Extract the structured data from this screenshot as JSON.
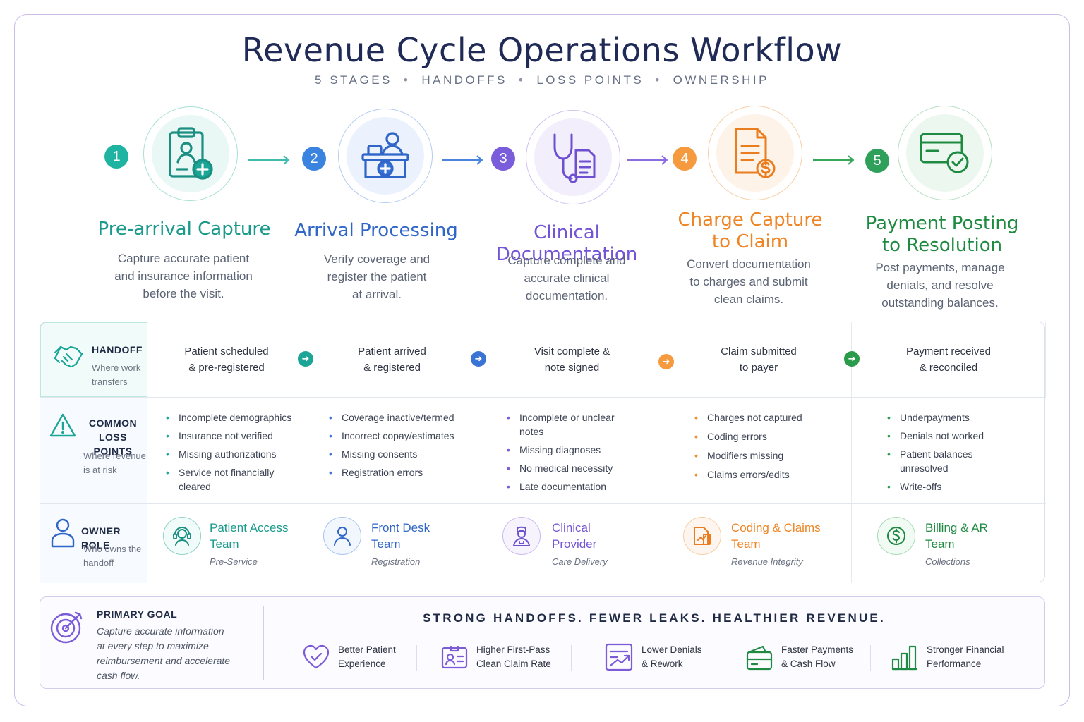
{
  "title": "Revenue Cycle Operations Workflow",
  "subtitle": [
    "5 STAGES",
    "HANDOFFS",
    "LOSS POINTS",
    "OWNERSHIP"
  ],
  "colors": {
    "teal": "#1aa596",
    "blue": "#3a73d6",
    "purple": "#7b5bd6",
    "orange": "#f08a2c",
    "green": "#2a9a4b"
  },
  "stages": [
    {
      "num": "1",
      "title_lines": [
        "Pre-arrival Capture"
      ],
      "desc_lines": [
        "Capture accurate patient",
        "and insurance information",
        "before the visit."
      ],
      "icon": "clipboard-patient-icon"
    },
    {
      "num": "2",
      "title_lines": [
        "Arrival Processing"
      ],
      "desc_lines": [
        "Verify coverage and",
        "register the patient",
        "at arrival."
      ],
      "icon": "front-desk-icon"
    },
    {
      "num": "3",
      "title_lines": [
        "Clinical Documentation"
      ],
      "desc_lines": [
        "Capture complete and",
        "accurate clinical",
        "documentation."
      ],
      "icon": "stethoscope-document-icon"
    },
    {
      "num": "4",
      "title_lines": [
        "Charge Capture",
        "to Claim"
      ],
      "desc_lines": [
        "Convert documentation",
        "to charges and submit",
        "clean claims."
      ],
      "icon": "invoice-dollar-icon"
    },
    {
      "num": "5",
      "title_lines": [
        "Payment Posting",
        "to Resolution"
      ],
      "desc_lines": [
        "Post payments, manage",
        "denials, and resolve",
        "outstanding balances."
      ],
      "icon": "card-check-icon"
    }
  ],
  "rows": {
    "handoff": {
      "title": "HANDOFF",
      "sub_lines": [
        "Where work",
        "transfers"
      ],
      "cells": [
        [
          "Patient scheduled",
          "& pre-registered"
        ],
        [
          "Patient arrived",
          "& registered"
        ],
        [
          "Visit complete &",
          "note signed"
        ],
        [
          "Claim submitted",
          "to payer"
        ],
        [
          "Payment received",
          "& reconciled"
        ]
      ]
    },
    "loss": {
      "title_lines": [
        "COMMON",
        "LOSS POINTS"
      ],
      "sub_lines": [
        "Where revenue",
        "is at risk"
      ],
      "cells": [
        [
          [
            "Incomplete demographics"
          ],
          [
            "Insurance not verified"
          ],
          [
            "Missing authorizations"
          ],
          [
            "Service not financially",
            "cleared"
          ]
        ],
        [
          [
            "Coverage inactive/termed"
          ],
          [
            "Incorrect copay/estimates"
          ],
          [
            "Missing consents"
          ],
          [
            "Registration errors"
          ]
        ],
        [
          [
            "Incomplete or unclear",
            "notes"
          ],
          [
            "Missing diagnoses"
          ],
          [
            "No medical necessity"
          ],
          [
            "Late documentation"
          ]
        ],
        [
          [
            "Charges not captured"
          ],
          [
            "Coding errors"
          ],
          [
            "Modifiers missing"
          ],
          [
            "Claims errors/edits"
          ]
        ],
        [
          [
            "Underpayments"
          ],
          [
            "Denials not worked"
          ],
          [
            "Patient balances",
            "unresolved"
          ],
          [
            "Write-offs"
          ]
        ]
      ]
    },
    "owner": {
      "title": "OWNER ROLE",
      "sub_lines": [
        "Who owns the",
        "handoff"
      ],
      "cells": [
        {
          "name_lines": [
            "Patient Access",
            "Team"
          ],
          "sub": "Pre-Service"
        },
        {
          "name_lines": [
            "Front Desk",
            "Team"
          ],
          "sub": "Registration"
        },
        {
          "name_lines": [
            "Clinical",
            "Provider"
          ],
          "sub": "Care Delivery"
        },
        {
          "name_lines": [
            "Coding & Claims",
            "Team"
          ],
          "sub": "Revenue Integrity"
        },
        {
          "name_lines": [
            "Billing & AR",
            "Team"
          ],
          "sub": "Collections"
        }
      ]
    }
  },
  "goal": {
    "title": "PRIMARY GOAL",
    "text_lines": [
      "Capture accurate information",
      "at every step to maximize",
      "reimbursement and accelerate",
      "cash flow."
    ],
    "tagline": "STRONG HANDOFFS. FEWER LEAKS. HEALTHIER REVENUE.",
    "benefits": [
      {
        "lines": [
          "Better Patient",
          "Experience"
        ],
        "icon": "heart-check-icon"
      },
      {
        "lines": [
          "Higher First-Pass",
          "Clean Claim Rate"
        ],
        "icon": "id-card-icon"
      },
      {
        "lines": [
          "Lower Denials",
          "& Rework"
        ],
        "icon": "chart-board-icon"
      },
      {
        "lines": [
          "Faster Payments",
          "& Cash Flow"
        ],
        "icon": "wallet-icon"
      },
      {
        "lines": [
          "Stronger Financial",
          "Performance"
        ],
        "icon": "bar-growth-icon"
      }
    ]
  }
}
